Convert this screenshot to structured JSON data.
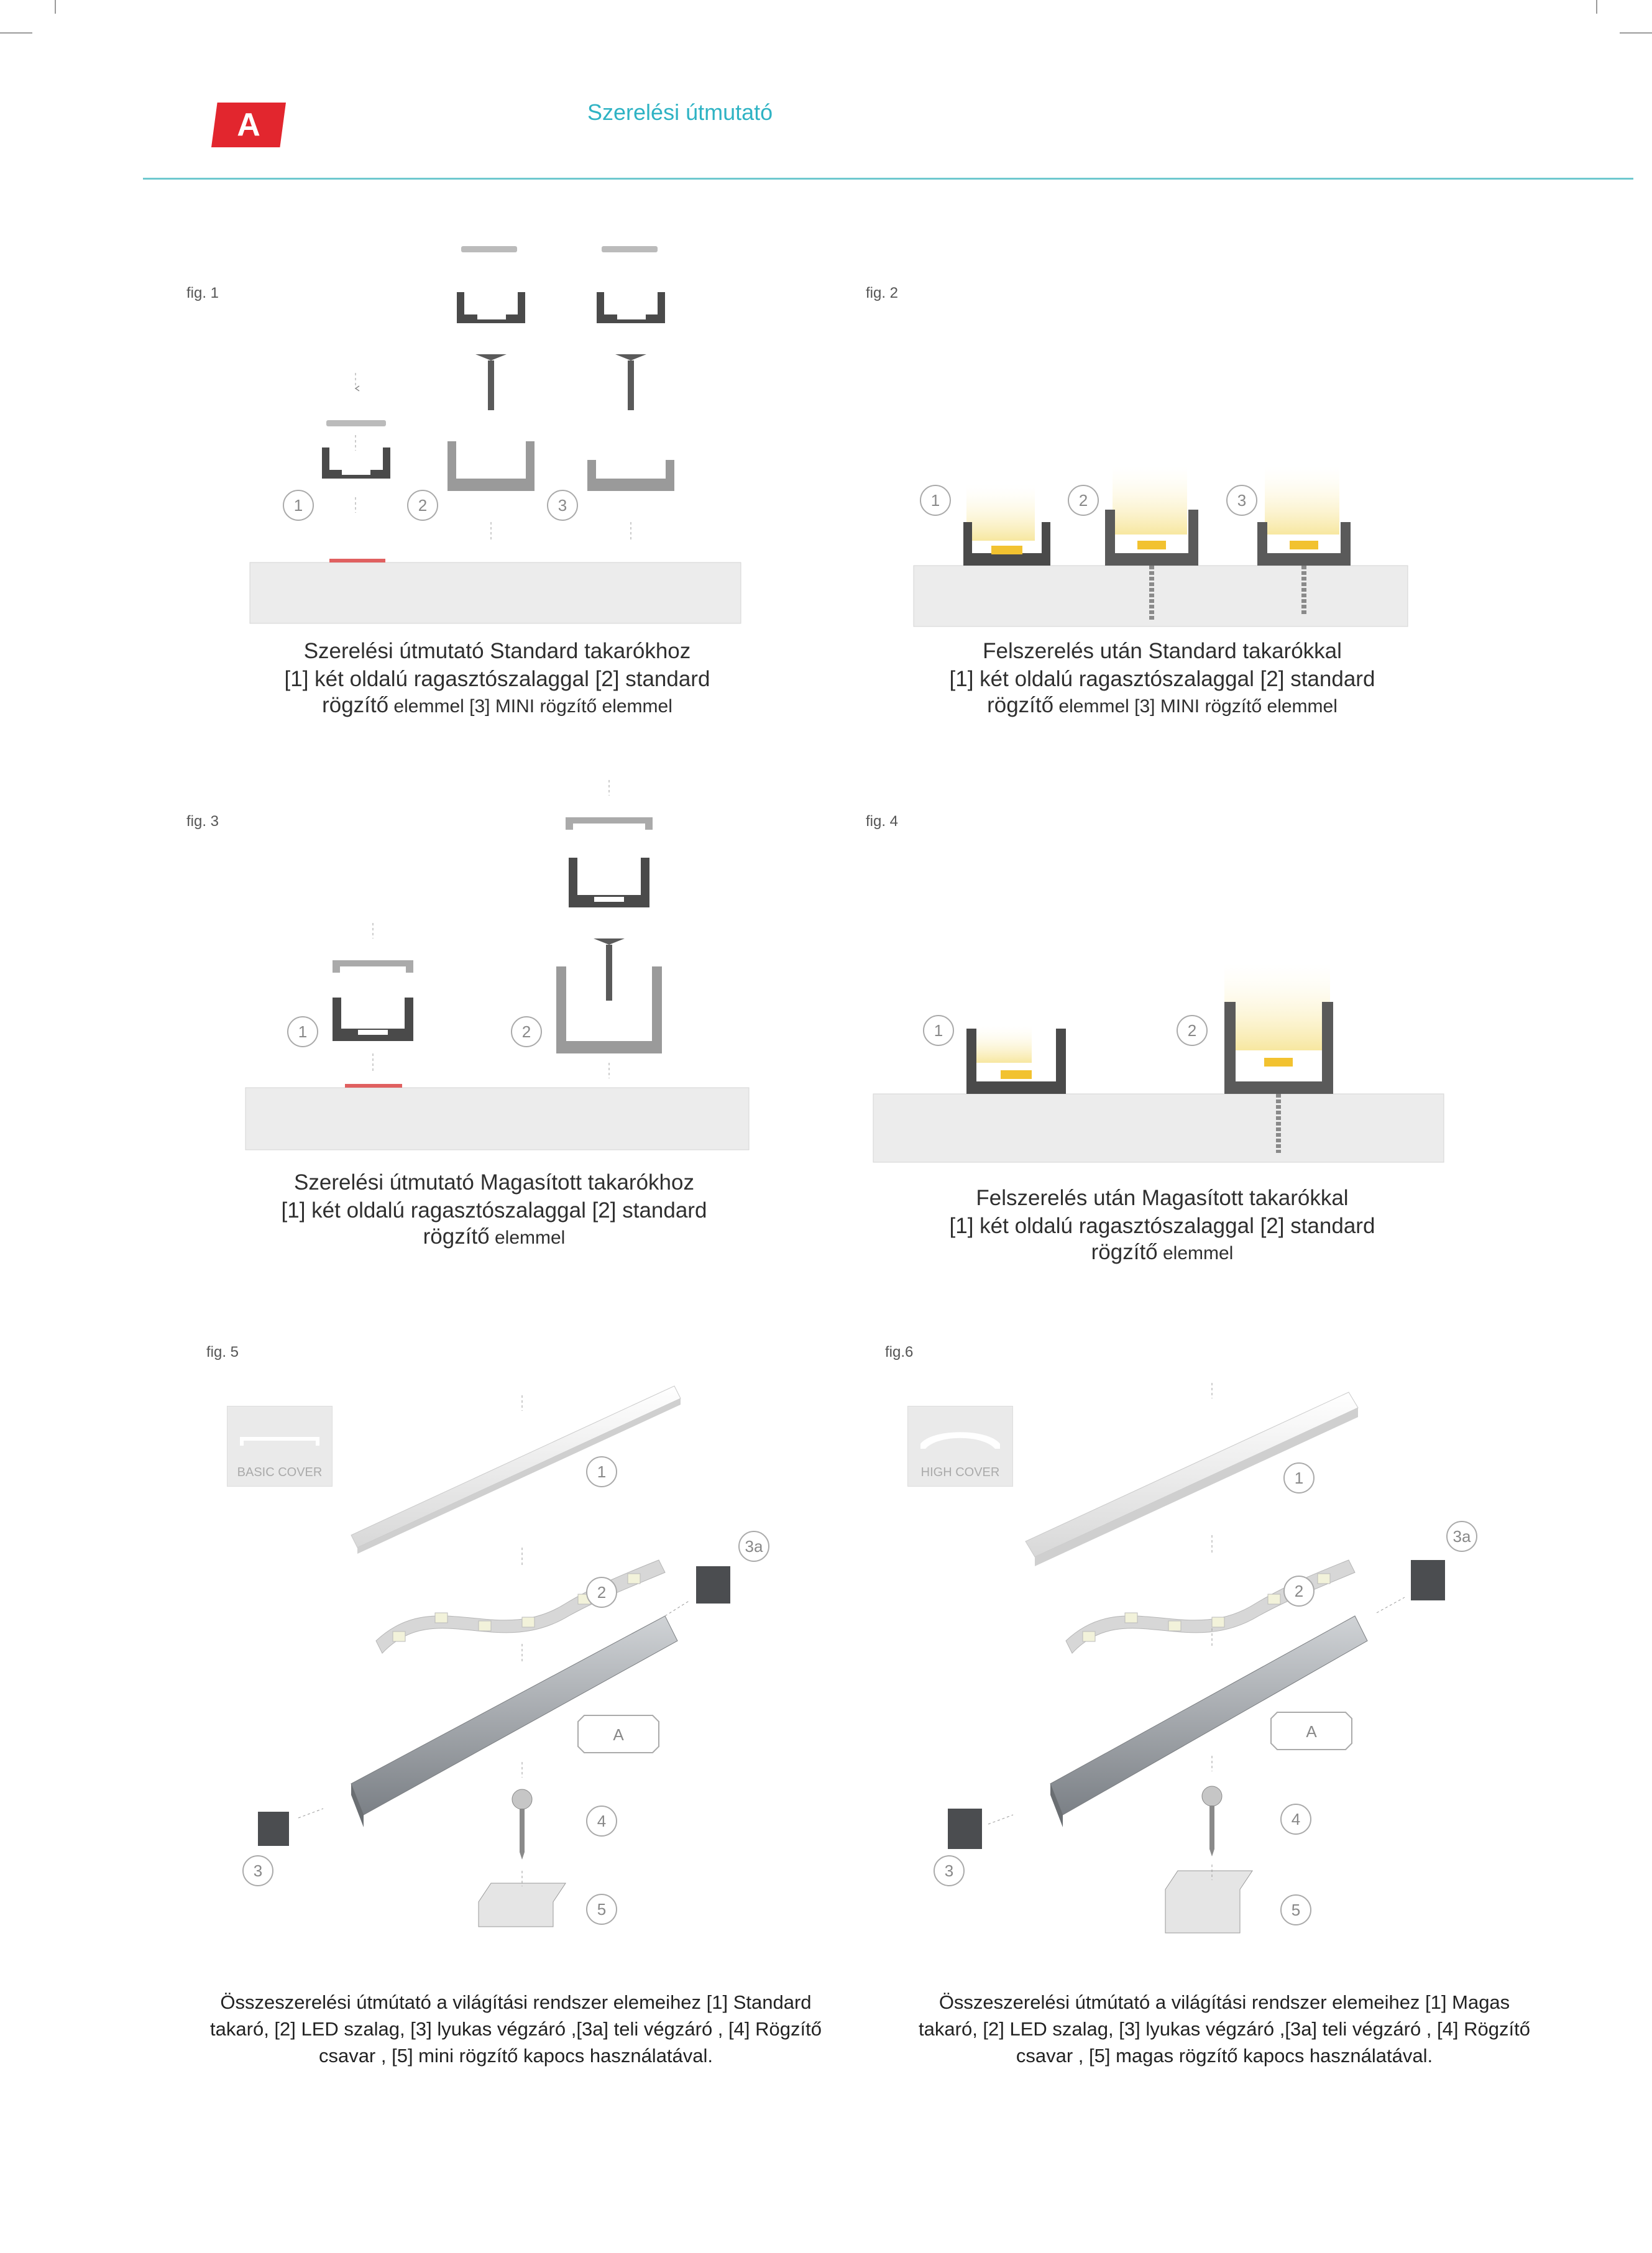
{
  "header": {
    "badge": "A",
    "title": "Szerelési útmutató"
  },
  "figures": [
    {
      "label": "fig. 1",
      "markers": [
        "1",
        "2",
        "3"
      ],
      "caption_line1": "Szerelési útmutató Standard takarókhoz",
      "caption_line2": "[1] két oldalú ragasztószalaggal [2] standard",
      "caption_line3_big": "rögzítő",
      "caption_line3_small": " elemmel [3] MINI rögzítő elemmel"
    },
    {
      "label": "fig. 2",
      "markers": [
        "1",
        "2",
        "3"
      ],
      "caption_line1": "Felszerelés után Standard takarókkal",
      "caption_line2": "[1] két oldalú ragasztószalaggal [2] standard",
      "caption_line3_big": "rögzítő",
      "caption_line3_small": " elemmel [3] MINI rögzítő elemmel"
    },
    {
      "label": "fig. 3",
      "markers": [
        "1",
        "2"
      ],
      "caption_line1": "Szerelési útmutató Magasított takarókhoz",
      "caption_line2": "[1] két oldalú ragasztószalaggal [2] standard",
      "caption_line3_big": "rögzítő",
      "caption_line3_small": " elemmel"
    },
    {
      "label": "fig. 4",
      "markers": [
        "1",
        "2"
      ],
      "caption_line1": "Felszerelés után Magasított takarókkal",
      "caption_line2": "[1] két oldalú ragasztószalaggal [2] standard",
      "caption_line3_big": "rögzítő",
      "caption_line3_small": " elemmel"
    },
    {
      "label": "fig. 5",
      "cover_label": "BASIC COVER",
      "markers": [
        "1",
        "2",
        "3a",
        "A",
        "4",
        "3",
        "5"
      ],
      "caption": "Összeszerelési útmútató a világítási rendszer elemeihez [1] Standard takaró, [2] LED szalag, [3] lyukas végzáró ,[3a] teli végzáró , [4] Rögzítő csavar , [5] mini rögzítő kapocs használatával."
    },
    {
      "label": "fig.6",
      "cover_label": "HIGH COVER",
      "markers": [
        "1",
        "2",
        "3a",
        "A",
        "4",
        "3",
        "5"
      ],
      "caption": "Összeszerelési útmútató a világítási rendszer elemeihez [1] Magas takaró, [2] LED szalag, [3] lyukas végzáró ,[3a] teli végzáró , [4] Rögzítő csavar , [5] magas rögzítő kapocs használatával."
    }
  ],
  "colors": {
    "badge": "#e2262e",
    "title": "#2fb3c4",
    "rule": "#6fc8cf",
    "tape": "#e06060",
    "surface": "#ececec",
    "led": "#f2c230"
  }
}
